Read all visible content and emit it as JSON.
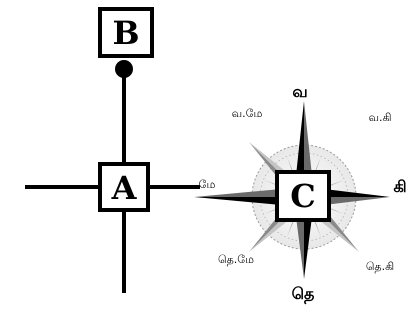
{
  "diagram": {
    "boxes": {
      "a": "A",
      "b": "B",
      "c": "C"
    },
    "compass": {
      "north": "வ",
      "south": "தெ",
      "east": "கி",
      "west": "மே",
      "north_east": "வ.கி",
      "north_west": "வ.மே",
      "south_east": "தெ.கி",
      "south_west": "தெ.மே"
    }
  }
}
